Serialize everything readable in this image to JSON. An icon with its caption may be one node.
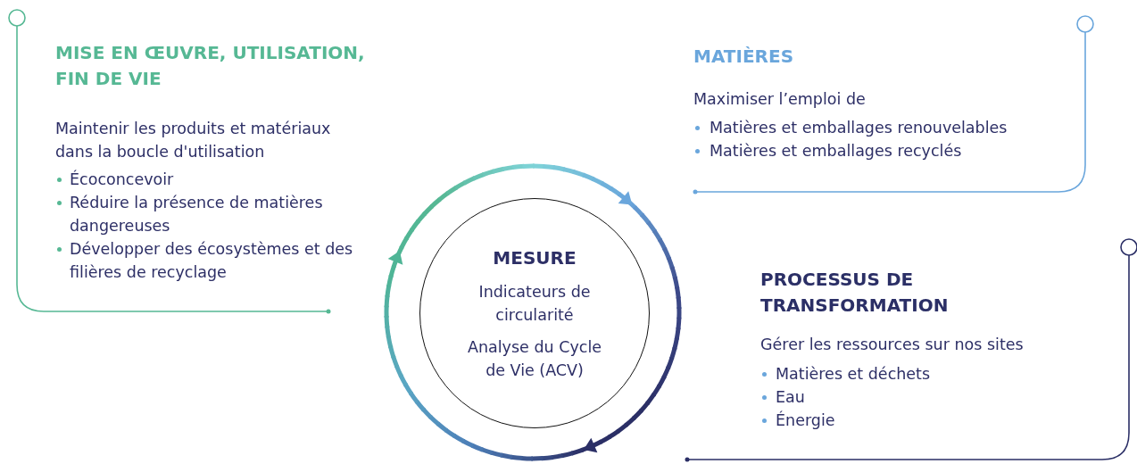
{
  "diagram": {
    "nodes": [
      {
        "text": [
          "MISE EN ŒUVRE, UTILISATION, FIN DE VIE",
          "Maintenir les produits et matériaux dans la boucle d'utilisation",
          "Écoconcevoir",
          "Réduire la présence de matières dangereuses",
          "Développer des écosystèmes et des filières de recyclage"
        ]
      },
      {
        "text": [
          "MATIÈRES",
          "Maximiser l’emploi de",
          "Matières et emballages renouvelables",
          "Matières et emballages recyclés"
        ]
      },
      {
        "text": [
          "MESURE",
          "Indicateurs de circularité",
          "Analyse du Cycle de Vie (ACV)"
        ]
      },
      {
        "text": [
          "PROCESSUS DE TRANSFORMATION",
          "Gérer les ressources sur nos sites",
          "Matières et déchets",
          "Eau",
          "Énergie"
        ]
      }
    ]
  }
}
